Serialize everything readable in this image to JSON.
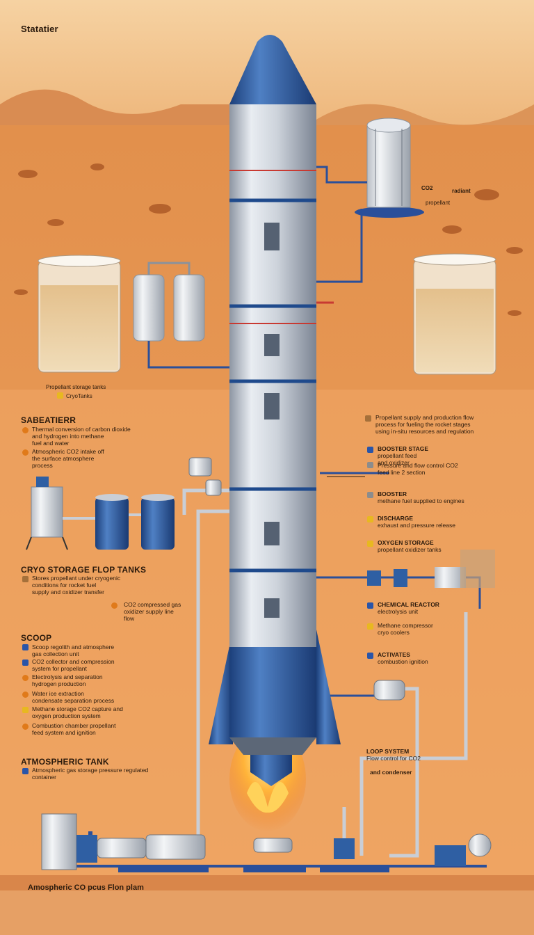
{
  "title": "Statatier",
  "colors": {
    "sky": "#f3c48f",
    "ground": "#e79a55",
    "rocket_body": "#c9ced6",
    "rocket_blue": "#2f5fa3",
    "pipe_blue": "#2a4f9a",
    "flame": "#ffb63a"
  },
  "labels": {
    "top_right_tank": [
      "CO2",
      "radiant",
      "propellant"
    ],
    "cryo_caption": [
      "Propellant storage tanks",
      "CryoTanks"
    ],
    "sabatier": {
      "heading": "SABEATIERR",
      "items": [
        [
          "Thermal conversion of carbon dioxide",
          "and hydrogen into methane",
          "fuel and water"
        ],
        [
          "Atmospheric CO2 intake off",
          "the surface atmosphere",
          "process"
        ]
      ]
    },
    "cryo_storage": {
      "heading": "CRYO STORAGE FLOP TANKS",
      "lines": [
        "Stores propellant under cryogenic",
        "conditions for rocket fuel",
        "supply and oxidizer transfer"
      ],
      "sub_item": [
        "CO2 compressed gas",
        "oxidizer supply line",
        "flow"
      ]
    },
    "scoop": {
      "heading": "SCOOP",
      "items": [
        [
          "Scoop regolith and atmosphere",
          "gas collection unit"
        ],
        [
          "CO2 collector and compression",
          "system for propellant"
        ],
        [
          "Electrolysis and separation",
          "hydrogen production"
        ],
        [
          "Water ice extraction",
          "condensate separation process"
        ],
        [
          "Methane storage CO2 capture and",
          "oxygen production system"
        ],
        [
          "Combustion chamber propellant",
          "feed system and ignition"
        ]
      ]
    },
    "atmospheric_tank": {
      "heading": "ATMOSPHERIC TANK",
      "lines": [
        "Atmospheric gas storage pressure regulated",
        "container"
      ]
    },
    "right_panel": {
      "intro": [
        "Propellant supply and production flow",
        "process for fueling the rocket stages",
        "using in-situ resources and regulation"
      ],
      "items": [
        {
          "title": "BOOSTER STAGE",
          "lines": [
            "propellant feed",
            "and oxidizer"
          ]
        },
        {
          "title": "",
          "lines": [
            "Pressure and flow control CO2",
            "feed line 2 section"
          ]
        },
        {
          "title": "BOOSTER",
          "lines": [
            "methane fuel supplied to engines"
          ]
        },
        {
          "title": "DISCHARGE",
          "lines": [
            "exhaust and pressure release"
          ]
        },
        {
          "title": "OXYGEN STORAGE",
          "lines": [
            "propellant oxidizer tanks"
          ]
        },
        {
          "title": "CHEMICAL REACTOR",
          "lines": [
            "electrolysis unit"
          ]
        },
        {
          "title": "",
          "lines": [
            "Methane compressor",
            "cryo coolers"
          ]
        },
        {
          "title": "ACTIVATES",
          "lines": [
            "combustion ignition"
          ]
        }
      ]
    },
    "bottom_right": [
      "LOOP SYSTEM",
      "Flow control for CO2",
      "and condenser"
    ],
    "footer": "Amospheric CO pcus Flon plam"
  }
}
